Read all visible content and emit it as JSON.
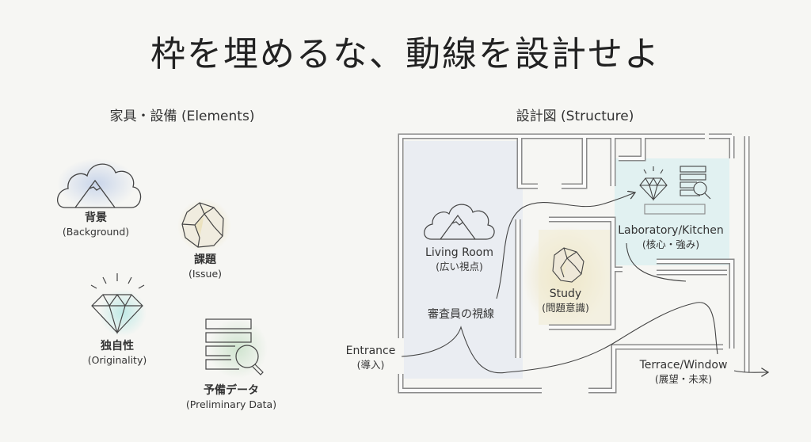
{
  "title": "枠を埋めるな、動線を設計せよ",
  "elements_section": {
    "heading": "家具・設備 (Elements)",
    "items": [
      {
        "icon": "cloud-mountain-icon",
        "jp": "背景",
        "en": "(Background)"
      },
      {
        "icon": "crumpled-paper-icon",
        "jp": "課題",
        "en": "(Issue)"
      },
      {
        "icon": "diamond-icon",
        "jp": "独自性",
        "en": "(Originality)"
      },
      {
        "icon": "document-magnifier-icon",
        "jp": "予備データ",
        "en": "(Preliminary Data)"
      }
    ]
  },
  "structure_section": {
    "heading": "設計図 (Structure)",
    "rooms": [
      {
        "name": "Living Room",
        "sub": "(広い視点)",
        "color": "#dfe6f2"
      },
      {
        "name": "Study",
        "sub": "(問題意識)",
        "color": "#f1ead2"
      },
      {
        "name": "Laboratory/Kitchen",
        "sub": "(核心・強み)",
        "color": "#d5f0f0"
      },
      {
        "name": "Terrace/Window",
        "sub": "(展望・未来)",
        "color": "#e8e8e8"
      }
    ],
    "entrance": {
      "name": "Entrance",
      "sub": "(導入)"
    },
    "path_label": "審査員の視線"
  }
}
